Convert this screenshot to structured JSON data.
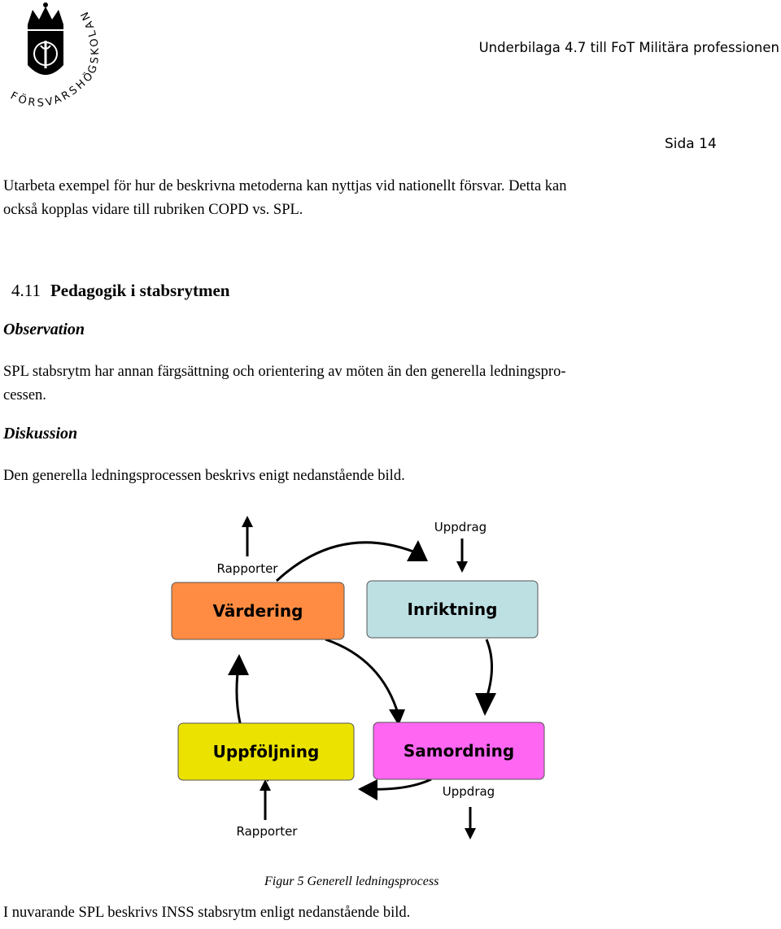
{
  "header": {
    "title": "Underbilaga 4.7 till FoT Militära professionen",
    "page": "Sida 14",
    "logo_text": "FÖRSVARSHÖGSKOLAN"
  },
  "intro": {
    "line1": "Utarbeta exempel för hur de beskrivna metoderna kan nyttjas vid nationellt försvar. Detta kan",
    "line2": "också kopplas vidare till rubriken COPD vs. SPL."
  },
  "section": {
    "number": "4.11",
    "title": "Pedagogik i stabsrytmen"
  },
  "observation": {
    "heading": "Observation",
    "line1": "SPL stabsrytm har annan färgsättning och orientering av möten än den generella ledningspro-",
    "line2": "cessen."
  },
  "diskussion": {
    "heading": "Diskussion",
    "text": "Den generella ledningsprocessen beskrivs enigt nedanstående bild."
  },
  "diagram": {
    "boxes": {
      "vardering": {
        "label": "Värdering",
        "color": "#FF8C42"
      },
      "inriktning": {
        "label": "Inriktning",
        "color": "#BDE0E3"
      },
      "uppfoljning": {
        "label": "Uppföljning",
        "color": "#EBE200"
      },
      "samordning": {
        "label": "Samordning",
        "color": "#FF66F2"
      }
    },
    "labels": {
      "uppdrag_top": "Uppdrag",
      "rapporter_top": "Rapporter",
      "uppdrag_bottom": "Uppdrag",
      "rapporter_bottom": "Rapporter"
    }
  },
  "caption": "Figur 5 Generell ledningsprocess",
  "closing": "I nuvarande SPL beskrivs INSS stabsrytm enligt nedanstående bild."
}
